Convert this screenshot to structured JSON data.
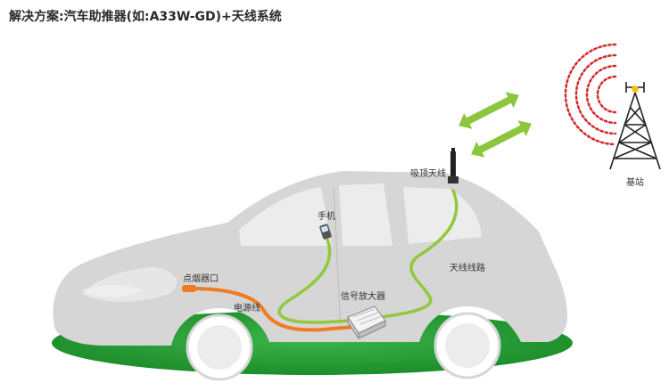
{
  "title": "解决方案:汽车助推器(如:A33W-GD)+天线系统",
  "labels": {
    "receive_antenna": "吸顶天线",
    "phone": "手机",
    "cigarette_lighter": "点烟器口",
    "power_cable": "电源线",
    "signal_amplifier": "信号放大器",
    "antenna_cable": "天线线路",
    "base_station": "基站"
  },
  "colors": {
    "car_body": "#d6d6d6",
    "ground": "#229b2e",
    "antenna_cable": "#92c83e",
    "power_cable": "#ef7b22",
    "signal_arrows": "#8cc63f",
    "radio_waves": "#d42a2a"
  },
  "icons": {
    "signal": "double-arrow-icon",
    "waves": "radio-wave-icon",
    "tower": "cell-tower-icon",
    "phone": "mobile-phone-icon",
    "amplifier": "amplifier-box-icon",
    "antenna": "roof-antenna-icon"
  }
}
